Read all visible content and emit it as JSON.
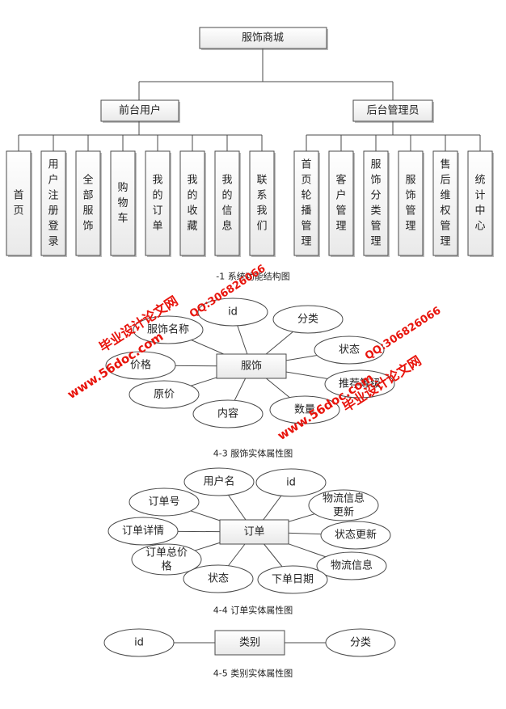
{
  "tree": {
    "root": "服饰商城",
    "branches": [
      {
        "label": "前台用户",
        "leaves": [
          "首页",
          "用户注册登录",
          "全部服饰",
          "购物车",
          "我的订单",
          "我的收藏",
          "我的信息",
          "联系我们"
        ]
      },
      {
        "label": "后台管理员",
        "leaves": [
          "首页轮播管理",
          "客户管理",
          "服饰分类管理",
          "服饰管理",
          "售后维权管理",
          "统计中心"
        ]
      }
    ],
    "caption": "-1  系统功能结构图"
  },
  "er_clothing": {
    "entity": "服饰",
    "attributes": [
      "id",
      "分类",
      "状态",
      "推荐等级",
      "数量",
      "内容",
      "原价",
      "价格",
      "服饰名称"
    ],
    "caption": "4-3 服饰实体属性图"
  },
  "er_order": {
    "entity": "订单",
    "attributes": [
      "用户名",
      "id",
      "物流信息更新",
      "状态更新",
      "物流信息",
      "下单日期",
      "状态",
      "订单总价格",
      "订单详情",
      "订单号"
    ],
    "caption": "4-4 订单实体属性图"
  },
  "er_category": {
    "entity": "类别",
    "attributes": [
      "id",
      "分类"
    ],
    "caption": "4-5 类别实体属性图"
  },
  "watermarks": {
    "site": "www.56doc.com",
    "name": "毕业设计论文网",
    "qq": "QQ:306826066",
    "color": "#e8140c"
  }
}
